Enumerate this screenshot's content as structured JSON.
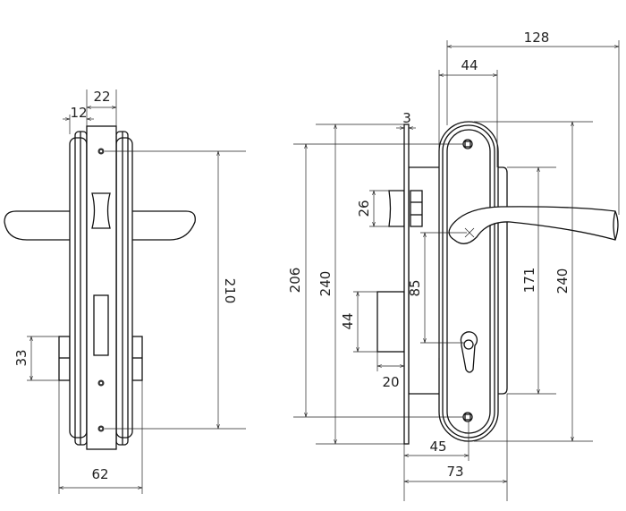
{
  "views": {
    "side": {
      "dimensions": {
        "plate_offset": "12",
        "plate_width": "22",
        "screw_spacing": "210",
        "cylinder_height": "33",
        "total_width": "62"
      }
    },
    "front": {
      "dimensions": {
        "overall_handle_reach": "128",
        "escutcheon_width": "44",
        "faceplate_thickness": "3",
        "faceplate_screw_spacing": "206",
        "faceplate_height": "240",
        "latch_height": "26",
        "deadbolt_height": "44",
        "deadbolt_throw": "20",
        "center_distance": "85",
        "body_height": "171",
        "escutcheon_height": "240",
        "backset": "45",
        "body_depth": "73"
      }
    }
  }
}
